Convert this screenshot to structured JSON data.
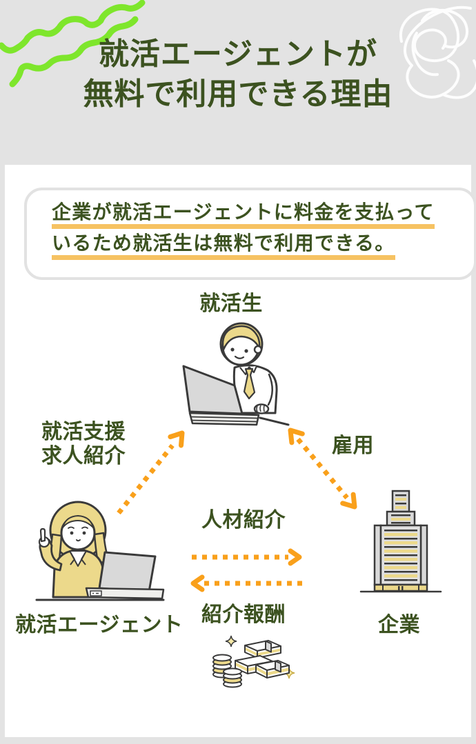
{
  "colors": {
    "background": "#e3e3e3",
    "panel": "#ffffff",
    "text_green": "#3c5220",
    "arrow_orange": "#f9a01b",
    "underline_amber": "#f6c262",
    "squiggle_green": "#7ee62c",
    "illustration_yellow": "#ecd98b",
    "illustration_gray": "#d9d9d9",
    "outline_ink": "#3a3a3a"
  },
  "title": {
    "line1": "就活エージェントが",
    "line2": "無料で利用できる理由"
  },
  "callout": {
    "line1": "企業が就活エージェントに料金を支払って",
    "line2": "いるため就活生は無料で利用できる。"
  },
  "diagram": {
    "nodes": {
      "student": {
        "label": "就活生",
        "illustration": "student-at-laptop"
      },
      "agent": {
        "label": "就活エージェント",
        "illustration": "agent-woman-at-laptop"
      },
      "company": {
        "label": "企業",
        "illustration": "office-building"
      }
    },
    "edges": {
      "support": {
        "line1": "就活支援",
        "line2": "求人紹介",
        "from": "agent",
        "to": "student",
        "style": "dotted-orange-arrow"
      },
      "employment": {
        "label": "雇用",
        "between": [
          "student",
          "company"
        ],
        "style": "dotted-orange-double-arrow"
      },
      "referral": {
        "label": "人材紹介",
        "from": "agent",
        "to": "company",
        "style": "dotted-orange-arrow"
      },
      "reward": {
        "label": "紹介報酬",
        "from": "company",
        "to": "agent",
        "style": "dotted-orange-arrow",
        "illustration": "money-stacks"
      }
    }
  }
}
